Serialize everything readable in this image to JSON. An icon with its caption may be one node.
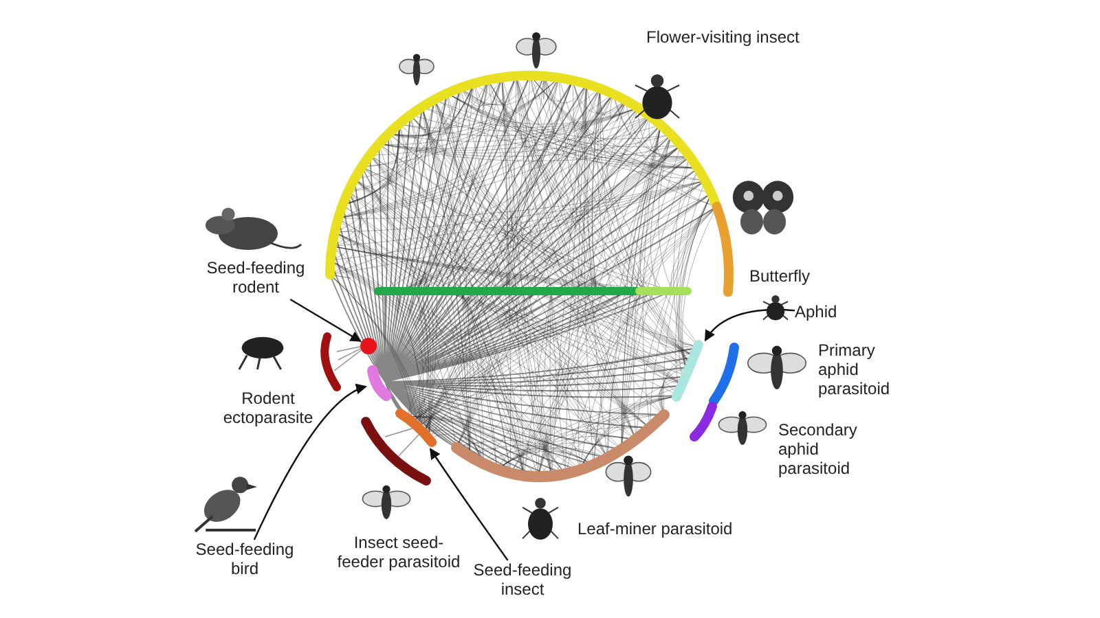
{
  "diagram": {
    "nodes": [
      {
        "text": [
          "Seed-feeding rodent"
        ]
      },
      {
        "text": [],
        "shape": "circle"
      },
      {
        "text": [
          "Aphid"
        ]
      },
      {
        "text": [],
        "shape": "bar"
      },
      {
        "text": [
          "Seed-feeding bird"
        ]
      },
      {
        "text": [],
        "shape": "bar"
      },
      {
        "text": [
          "Seed-feeding insect"
        ]
      },
      {
        "text": [],
        "shape": "bar"
      }
    ],
    "edges": [
      {
        "from": 0,
        "to": 1,
        "arrow": "to"
      },
      {
        "from": 2,
        "to": 3,
        "arrow": "to"
      },
      {
        "from": 4,
        "to": 5,
        "arrow": "to"
      },
      {
        "from": 6,
        "to": 7,
        "arrow": "to"
      }
    ],
    "labels": [
      "Flower-visiting insect",
      "Butterfly",
      "Rodent ectoparasite",
      "Primary aphid parasitoid",
      "Secondary aphid parasitoid",
      "Insect seed-feeder parasitoid",
      "Leaf-miner parasitoid"
    ]
  }
}
